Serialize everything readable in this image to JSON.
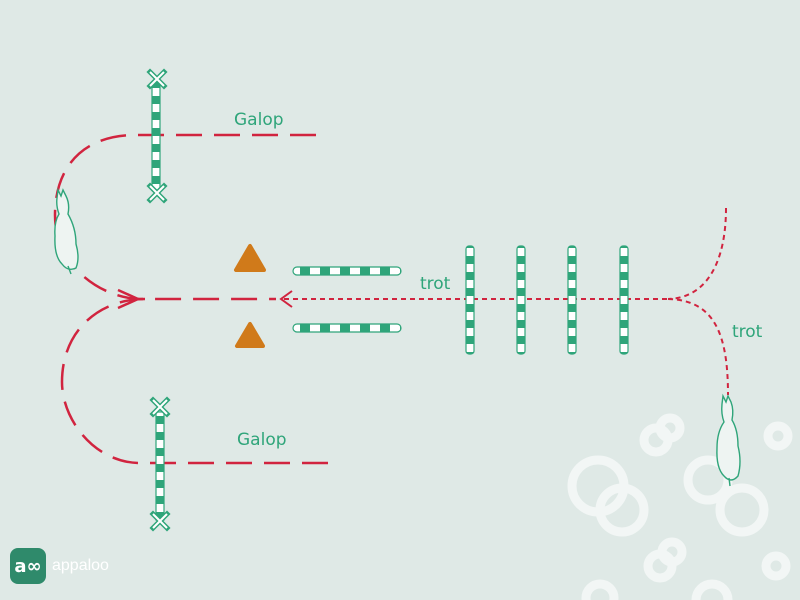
{
  "diagram": {
    "labels": {
      "galop_top": "Galop",
      "galop_bottom": "Galop",
      "trot_center": "trot",
      "trot_right": "trot"
    },
    "brand": {
      "logo_mark": "a∞",
      "name": "appaloo"
    },
    "colors": {
      "path": "#d1243f",
      "pole": "#2fa57a",
      "cone": "#d07a1a",
      "label": "#2fa57a",
      "background": "#dfe9e6",
      "decor": "#f2f6f5",
      "brand": "#2f8a6b"
    },
    "icons": [
      "horse-icon",
      "cone-icon",
      "pole-icon",
      "cross-pole-icon",
      "arrow-icon"
    ]
  }
}
